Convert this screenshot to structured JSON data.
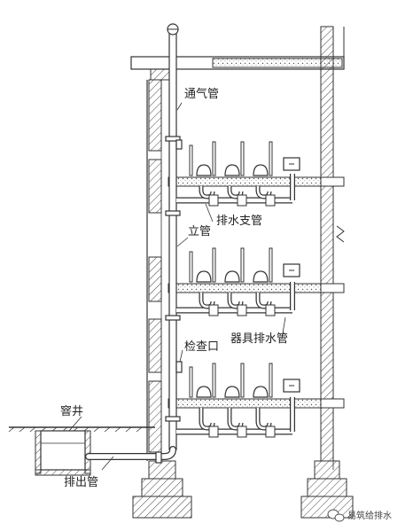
{
  "labels": {
    "vent_pipe": "通气管",
    "stack": "立管",
    "branch_drain": "排水支管",
    "fixture_drain": "器具排水管",
    "cleanout": "检查口",
    "manhole": "窨井",
    "outlet_pipe": "排出管"
  },
  "watermark": {
    "text": "易筑给排水",
    "icon": "wechat-icon"
  },
  "colors": {
    "line": "#333333",
    "background": "#ffffff"
  }
}
